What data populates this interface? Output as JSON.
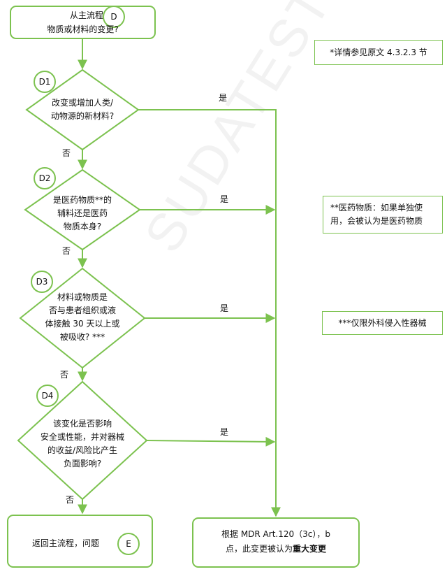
{
  "start": {
    "line1": "从主流程图",
    "line2": "物质或材料的变更?",
    "marker": "D"
  },
  "notes": {
    "ref": "*详情参见原文 4.3.2.3 节",
    "medicinal_line1": "**医药物质：如果单独使",
    "medicinal_line2": "用，会被认为是医药物质",
    "invasive": "***仅限外科侵入性器械"
  },
  "decisions": [
    {
      "id": "D1",
      "lines": [
        "改变或增加人类/",
        "动物源的新材料?"
      ],
      "yes": "是",
      "no": "否"
    },
    {
      "id": "D2",
      "lines": [
        "是医药物质**的",
        "辅料还是医药",
        "物质本身?"
      ],
      "yes": "是",
      "no": "否"
    },
    {
      "id": "D3",
      "lines": [
        "材料或物质是",
        "否与患者组织或液",
        "体接触 30 天以上或",
        "被吸收? ***"
      ],
      "yes": "是",
      "no": "否"
    },
    {
      "id": "D4",
      "lines": [
        "该变化是否影响",
        "安全或性能，并对器械",
        "的收益/风险比产生",
        "负面影响?"
      ],
      "yes": "是",
      "no": "否"
    }
  ],
  "end_left": {
    "text": "返回主流程，问题",
    "marker": "E"
  },
  "end_right": {
    "line1": "根据 MDR Art.120（3c），b",
    "line2_prefix": "点，此变更被认为",
    "line2_bold": "重大变更"
  },
  "watermark": "SUDATEST",
  "colors": {
    "accent": "#7cc24f"
  }
}
